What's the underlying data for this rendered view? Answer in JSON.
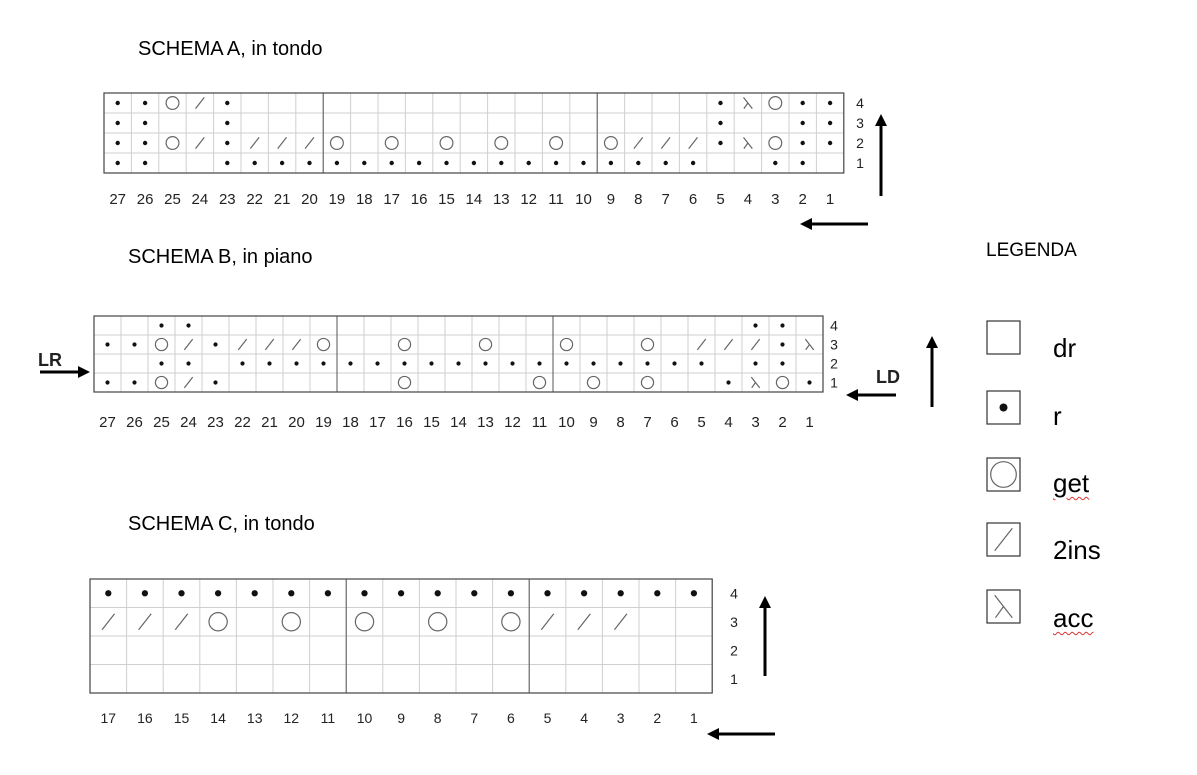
{
  "charts": {
    "a": {
      "title": "SCHEMA A, in tondo",
      "rows": [
        "rr  rrrrrrrrrrrrrrrrrr  rr",
        "rro/r///o o o o o o///rkorr",
        "rr  r                 r  rr",
        "rro/r                 rkorr"
      ],
      "row_numbers": [
        "1",
        "2",
        "3",
        "4"
      ],
      "col_numbers": [
        "27",
        "26",
        "25",
        "24",
        "23",
        "22",
        "21",
        "20",
        "19",
        "18",
        "17",
        "16",
        "15",
        "14",
        "13",
        "12",
        "11",
        "10",
        "9",
        "8",
        "7",
        "6",
        "5",
        "4",
        "3",
        "2",
        "1"
      ]
    },
    "b": {
      "title": "SCHEMA B, in piano",
      "rows": [
        "rro/r      o    o o o  rkorr",
        "  rr rrrrrrrrrrrrrrrrrr rr  ",
        "rro/r///o  o  o  o  o ///rkorr",
        "  rr                    rr  "
      ],
      "row_numbers": [
        "1",
        "2",
        "3",
        "4"
      ],
      "col_numbers": [
        "27",
        "26",
        "25",
        "24",
        "23",
        "22",
        "21",
        "20",
        "19",
        "18",
        "17",
        "16",
        "15",
        "14",
        "13",
        "12",
        "11",
        "10",
        "9",
        "8",
        "7",
        "6",
        "5",
        "4",
        "3",
        "2",
        "1"
      ],
      "left_label": "LR",
      "right_label": "LD"
    },
    "c": {
      "title": "SCHEMA C, in tondo",
      "rows": [
        "",
        "",
        "///o o o o o///",
        "rrrrrrrrrrrrrrrrr"
      ],
      "row_numbers": [
        "1",
        "2",
        "3",
        "4"
      ],
      "col_numbers": [
        "17",
        "16",
        "15",
        "14",
        "13",
        "12",
        "11",
        "10",
        "9",
        "8",
        "7",
        "6",
        "5",
        "4",
        "3",
        "2",
        "1"
      ]
    }
  },
  "legend": {
    "title": "LEGENDA",
    "items": [
      {
        "symbol": "empty",
        "label": "dr"
      },
      {
        "symbol": "dot",
        "label": "r"
      },
      {
        "symbol": "circle",
        "label": "get"
      },
      {
        "symbol": "slash",
        "label": "2ins"
      },
      {
        "symbol": "lambda",
        "label": "acc"
      }
    ]
  }
}
